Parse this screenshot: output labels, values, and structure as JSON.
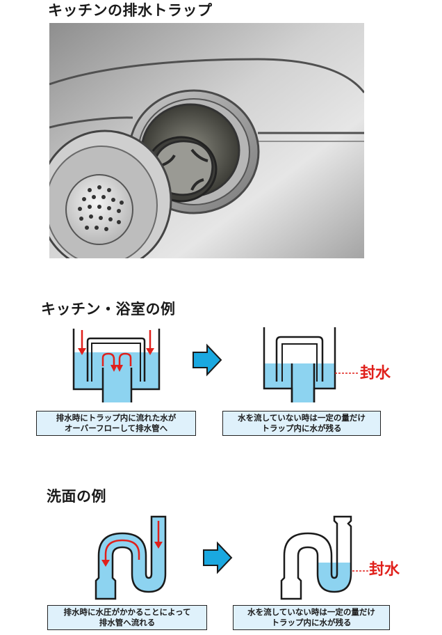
{
  "titles": {
    "kitchen_trap": "キッチンの排水トラップ",
    "kitchen_bath_example": "キッチン・浴室の例",
    "washbasin_example": "洗面の例"
  },
  "kitchen_bath": {
    "left_caption": [
      "排水時にトラップ内に流れた水が",
      "オーバーフローして排水管へ"
    ],
    "right_caption": [
      "水を流していない時は一定の量だけ",
      "トラップ内に水が残る"
    ],
    "seal_label": "封水"
  },
  "washbasin": {
    "left_caption": [
      "排水時に水圧がかかることによって",
      "排水管へ流れる"
    ],
    "right_caption": [
      "水を流していない時は一定の量だけ",
      "トラップ内に水が残る"
    ],
    "seal_label": "封水"
  },
  "colors": {
    "water": "#8dd3f0",
    "flow_arrow": "#e0201b",
    "step_arrow": "#1aa8e0",
    "caption_bg": "#dff1fb",
    "seal_text": "#e0201b"
  },
  "icons": {
    "step_arrow": "right-arrow-icon",
    "flow_arrow": "down-arrow-icon"
  }
}
